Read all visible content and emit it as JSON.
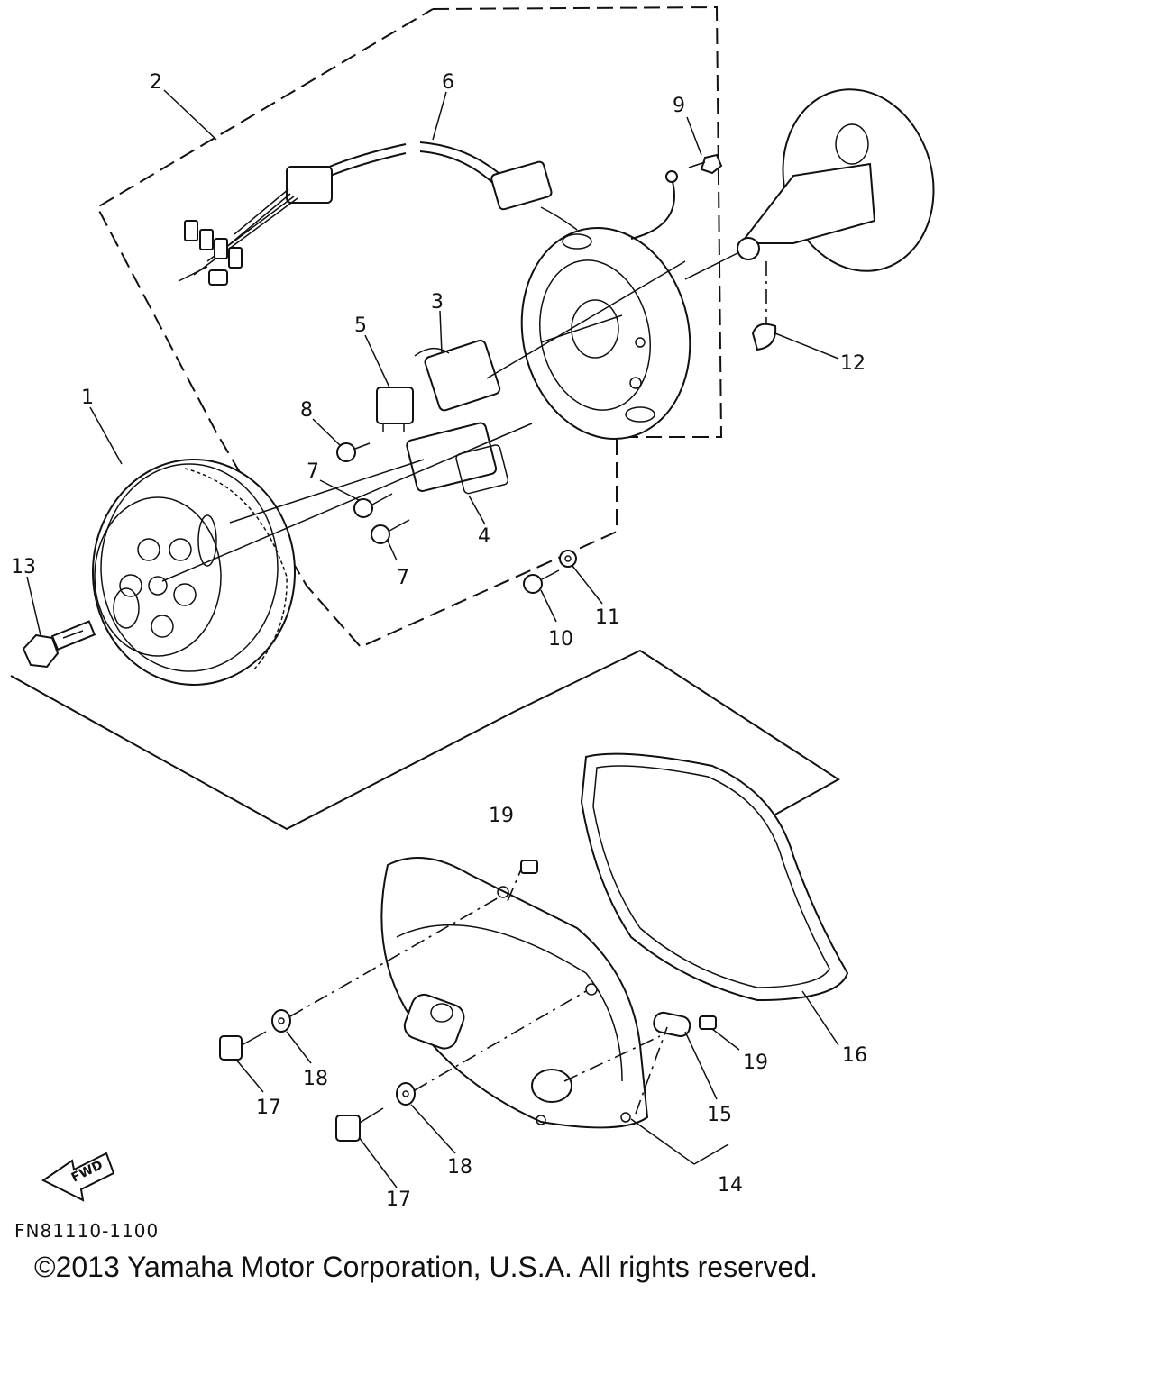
{
  "diagram": {
    "callouts": [
      {
        "id": "c1",
        "text": "1"
      },
      {
        "id": "c2",
        "text": "2"
      },
      {
        "id": "c3",
        "text": "3"
      },
      {
        "id": "c4",
        "text": "4"
      },
      {
        "id": "c5",
        "text": "5"
      },
      {
        "id": "c6",
        "text": "6"
      },
      {
        "id": "c7a",
        "text": "7"
      },
      {
        "id": "c7b",
        "text": "7"
      },
      {
        "id": "c8",
        "text": "8"
      },
      {
        "id": "c9",
        "text": "9"
      },
      {
        "id": "c10",
        "text": "10"
      },
      {
        "id": "c11",
        "text": "11"
      },
      {
        "id": "c12",
        "text": "12"
      },
      {
        "id": "c13",
        "text": "13"
      },
      {
        "id": "c14",
        "text": "14"
      },
      {
        "id": "c15",
        "text": "15"
      },
      {
        "id": "c16",
        "text": "16"
      },
      {
        "id": "c17a",
        "text": "17"
      },
      {
        "id": "c17b",
        "text": "17"
      },
      {
        "id": "c18a",
        "text": "18"
      },
      {
        "id": "c18b",
        "text": "18"
      },
      {
        "id": "c19a",
        "text": "19"
      },
      {
        "id": "c19b",
        "text": "19"
      }
    ],
    "fwd_label": "FWD",
    "reference_code": "FN81110-1100",
    "copyright": "©2013 Yamaha Motor Corporation, U.S.A. All rights reserved."
  }
}
